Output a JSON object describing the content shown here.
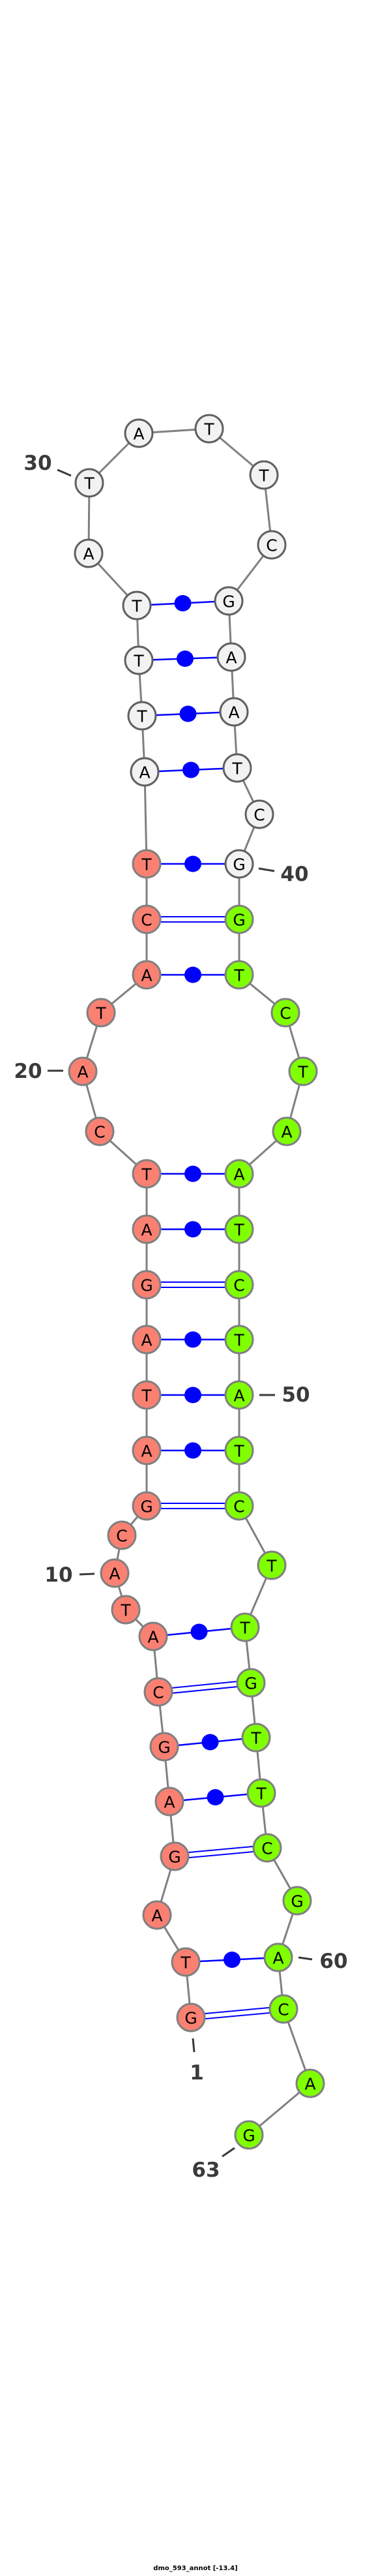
{
  "title": "dmo_593_annot [-13.4]",
  "sequence": "GTAGAGCATACGATAGATCATACTATTTATATTCGAATCGGTCTAATCTATCTTGTTCGACAG",
  "colors": {
    "unpaired_fill": "#f2f2f2",
    "strand5_fill": "#fa8072",
    "strand3_fill": "#7fff00",
    "node_stroke": "#808080",
    "backbone": "#808080",
    "pair_line": "#0000ff",
    "label": "#3a3a3a"
  },
  "regions": {
    "strand5": [
      1,
      24
    ],
    "unpaired": [
      25,
      40
    ],
    "strand3": [
      41,
      63
    ]
  },
  "pairs": [
    {
      "i": 1,
      "j": 61,
      "type": "GC"
    },
    {
      "i": 2,
      "j": 60,
      "type": "AU"
    },
    {
      "i": 4,
      "j": 58,
      "type": "GC"
    },
    {
      "i": 5,
      "j": 57,
      "type": "AU"
    },
    {
      "i": 6,
      "j": 56,
      "type": "GU"
    },
    {
      "i": 7,
      "j": 55,
      "type": "GC"
    },
    {
      "i": 8,
      "j": 54,
      "type": "AU"
    },
    {
      "i": 12,
      "j": 52,
      "type": "GC"
    },
    {
      "i": 13,
      "j": 51,
      "type": "AU"
    },
    {
      "i": 14,
      "j": 50,
      "type": "AU"
    },
    {
      "i": 15,
      "j": 49,
      "type": "AU"
    },
    {
      "i": 16,
      "j": 48,
      "type": "GC"
    },
    {
      "i": 17,
      "j": 47,
      "type": "AU"
    },
    {
      "i": 18,
      "j": 46,
      "type": "AU"
    },
    {
      "i": 22,
      "j": 42,
      "type": "AU"
    },
    {
      "i": 23,
      "j": 41,
      "type": "GC"
    },
    {
      "i": 24,
      "j": 40,
      "type": "GU"
    },
    {
      "i": 25,
      "j": 38,
      "type": "AU"
    },
    {
      "i": 26,
      "j": 37,
      "type": "AU"
    },
    {
      "i": 27,
      "j": 36,
      "type": "AU"
    },
    {
      "i": 28,
      "j": 35,
      "type": "GU"
    }
  ],
  "position_labels": [
    "1",
    "10",
    "20",
    "30",
    "40",
    "50",
    "60",
    "63"
  ]
}
